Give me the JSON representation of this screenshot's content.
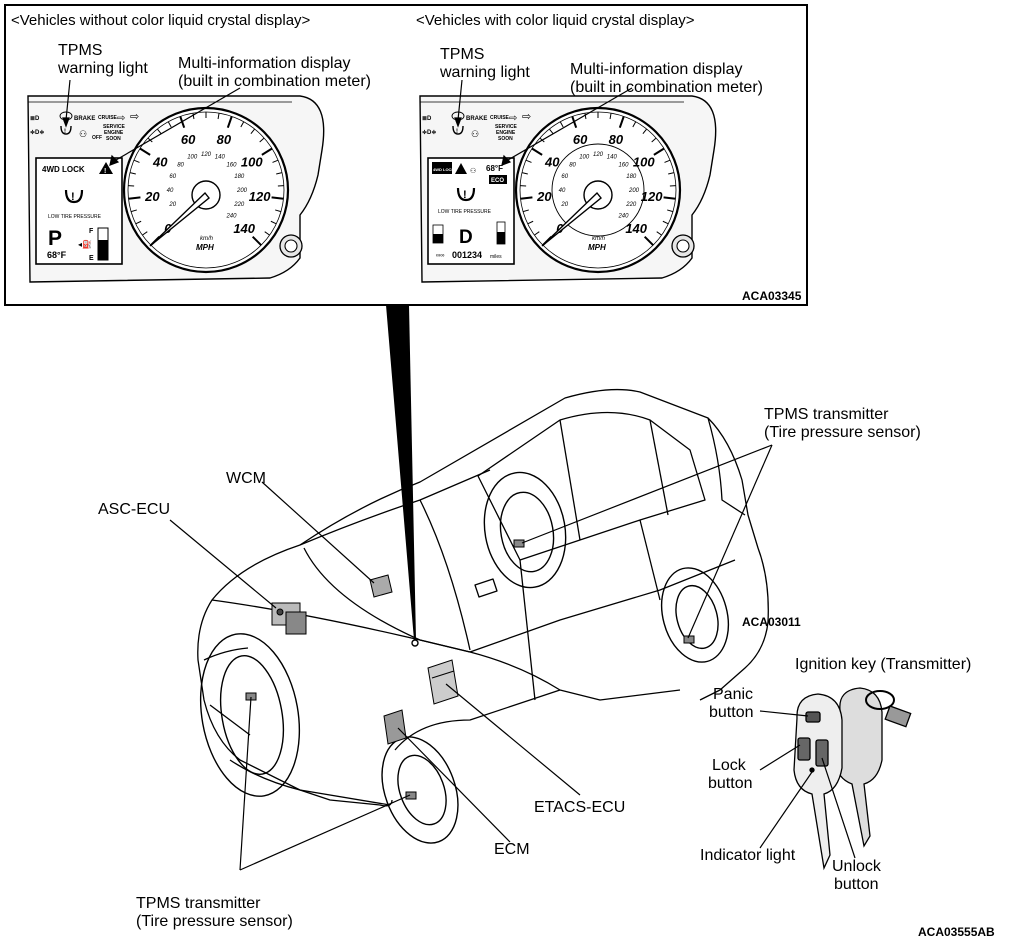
{
  "inset": {
    "left_panel": {
      "header": "<Vehicles without color liquid crystal display>",
      "tpms_label": [
        "TPMS",
        "warning light"
      ],
      "mid_label": [
        "Multi-information display",
        "(built in combination meter)"
      ],
      "display": {
        "mode_text": "4WD LOCK",
        "low_tire": "LOW TIRE PRESSURE",
        "gear": "P",
        "temp": "68°F",
        "fuel_full": "F",
        "fuel_empty": "E"
      }
    },
    "right_panel": {
      "header": "<Vehicles with color liquid crystal display>",
      "tpms_label": [
        "TPMS",
        "warning light"
      ],
      "mid_label": [
        "Multi-information display",
        "(built in combination meter)"
      ],
      "display": {
        "mode_text": "4WD LOCK",
        "temp": "68°F",
        "eco": "ECO",
        "low_tire": "LOW TIRE PRESSURE",
        "gear": "D",
        "odometer": "001234",
        "odo_unit": "miles"
      }
    },
    "gauge": {
      "mph_ticks": [
        "0",
        "20",
        "40",
        "60",
        "80",
        "100",
        "120",
        "140"
      ],
      "kmh_ticks": [
        "20",
        "40",
        "60",
        "80",
        "100",
        "120",
        "140",
        "160",
        "180",
        "200",
        "220",
        "240"
      ],
      "unit_small": "km/h",
      "unit": "MPH"
    },
    "indicator_row": {
      "brake": "BRAKE",
      "cruise": "CRUISE",
      "off": "OFF",
      "service": [
        "SERVICE",
        "ENGINE",
        "SOON"
      ]
    },
    "code": "ACA03345"
  },
  "labels": {
    "wcm": "WCM",
    "asc_ecu": "ASC-ECU",
    "tpms_right": [
      "TPMS transmitter",
      "(Tire pressure sensor)"
    ],
    "tpms_bottom": [
      "TPMS transmitter",
      "(Tire pressure sensor)"
    ],
    "etacs": "ETACS-ECU",
    "ecm": "ECM",
    "car_code": "ACA03011",
    "key_title": "Ignition key (Transmitter)",
    "panic": [
      "Panic",
      "button"
    ],
    "lock": [
      "Lock",
      "button"
    ],
    "indicator": "Indicator light",
    "unlock": [
      "Unlock",
      "button"
    ]
  },
  "page_code": "ACA03555AB"
}
